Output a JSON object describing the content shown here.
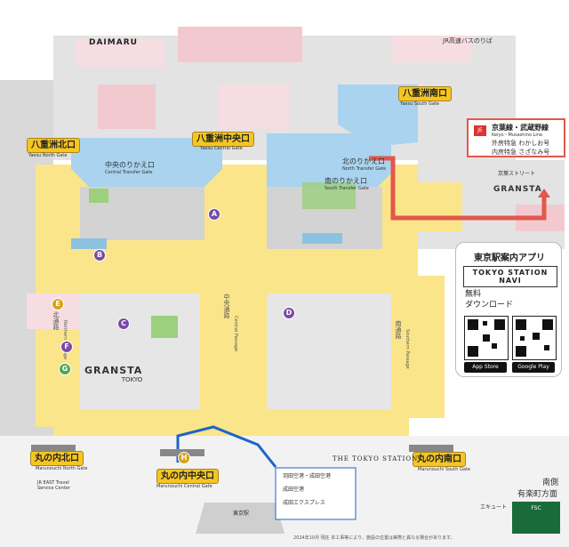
{
  "exits": {
    "yaesu_north": {
      "jp": "八重洲北口",
      "en": "Yaesu North Gate"
    },
    "yaesu_central": {
      "jp": "八重洲中央口",
      "en": "Yaesu Central Gate"
    },
    "yaesu_south": {
      "jp": "八重洲南口",
      "en": "Yaesu South Gate"
    },
    "marunouchi_north": {
      "jp": "丸の内北口",
      "en": "Marunouchi North Gate"
    },
    "marunouchi_central": {
      "jp": "丸の内中央口",
      "en": "Marunouchi Central Gate"
    },
    "marunouchi_south": {
      "jp": "丸の内南口",
      "en": "Marunouchi South Gate"
    }
  },
  "transfer_gates": {
    "central": {
      "jp": "中央のりかえ口",
      "en": "Central Transfer Gate"
    },
    "north": {
      "jp": "北のりかえ口",
      "en": "North Transfer Gate"
    },
    "south": {
      "jp": "南のりかえ口",
      "en": "South Transfer Gate"
    }
  },
  "passages": {
    "central": "中央通路",
    "central_en": "Central Passage",
    "north": "北通路",
    "north_en": "Northern Passage",
    "south": "南通路",
    "south_en": "Southern Passage"
  },
  "keiyo": {
    "mark": "JE",
    "title": "京葉線・武蔵野線",
    "title_en": "Keiyo・Musashino Line",
    "ltd1": "外房特急 わかしお号",
    "ltd2": "内房特急 さざなみ号"
  },
  "app": {
    "title": "東京駅案内アプリ",
    "name": "TOKYO STATION NAVI",
    "free": "無料",
    "download": "ダウンロード",
    "store1": "App Store",
    "store2": "Google Play"
  },
  "places": {
    "daimaru": "DAIMARU",
    "granstar": "GRANSTA",
    "granstar_sub": "TOKYO",
    "keiyo_street": "京葉ストリート",
    "ecute": "エキュート",
    "the_tokyo_station": "THE TOKYO STATION",
    "tokyo_sta_hotel": "東京駅",
    "yurakucho": "有楽町方面",
    "nanshu": "南側",
    "narita_box1": "羽田空港・成田空港",
    "narita_box2": "成田空港",
    "narita_box3": "成田エクスプレス",
    "jr_east_center": "JR EAST Travel Service Center",
    "jr_bus": "JR高速バスのりば"
  },
  "pins": [
    "A",
    "B",
    "C",
    "D",
    "E",
    "F",
    "G",
    "H"
  ],
  "colors": {
    "concourse": "#fbe58a",
    "transfer_area": "#a9d3ee",
    "gray_block": "#cfcfcf",
    "gate_yellow": "#f5c623",
    "route_red": "#e2574c",
    "pin_purple": "#7a4aa8",
    "green_block": "#9bd07c"
  },
  "footer": "2024年10月 現在 本工事等により、施設の位置は実際と異なる場合があります。"
}
